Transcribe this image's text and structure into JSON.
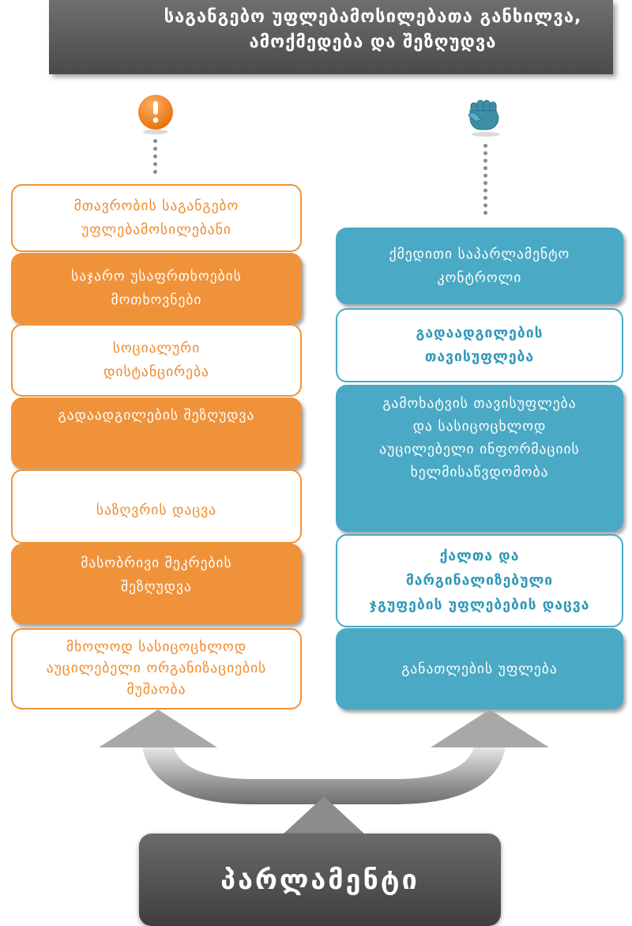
{
  "header": {
    "title_line1": "საგანგებო უფლებამოსილებათა განხილვა,",
    "title_line2": "ამოქმედება და შეზღუდვა"
  },
  "left_column": {
    "icon": "exclamation-icon",
    "boxes": [
      {
        "line1": "მთავრობის საგანგებო",
        "line2": "უფლებამოსილებანი"
      },
      {
        "line1": "საჯარო უსაფრთხოების",
        "line2": "მოთხოვნები"
      },
      {
        "line1": "სოციალური",
        "line2": "დისტანცირება"
      },
      {
        "line1": "გადაადგილების შეზღუდვა"
      },
      {
        "line1": "საზღვრის დაცვა"
      },
      {
        "line1": "მასობრივი შეკრების",
        "line2": "შეზღუდვა"
      },
      {
        "line1": "მხოლოდ სასიცოცხლოდ",
        "line2": "აუცილებელი ორგანიზაციების",
        "line3": "მუშაობა"
      }
    ]
  },
  "right_column": {
    "icon": "raised-fist-icon",
    "boxes": [
      {
        "line1": "ქმედითი საპარლამენტო",
        "line2": "კონტროლი"
      },
      {
        "line1": "გადაადგილების",
        "line2": "თავისუფლება"
      },
      {
        "line1": "გამოხატვის თავისუფლება",
        "line2": "და სასიცოცხლოდ",
        "line3": "აუცილებელი ინფორმაციის",
        "line4": "ხელმისაწვდომობა"
      },
      {
        "line1": "ქალთა და",
        "line2": "მარგინალიზებული",
        "line3": "ჯგუფების უფლებების დაცვა"
      },
      {
        "line1": "განათლების უფლება"
      }
    ]
  },
  "base": {
    "label": "პარლამენტი"
  },
  "colors": {
    "orange": "#f0923a",
    "teal": "#4aa9c4",
    "dark_gray": "#555555"
  }
}
